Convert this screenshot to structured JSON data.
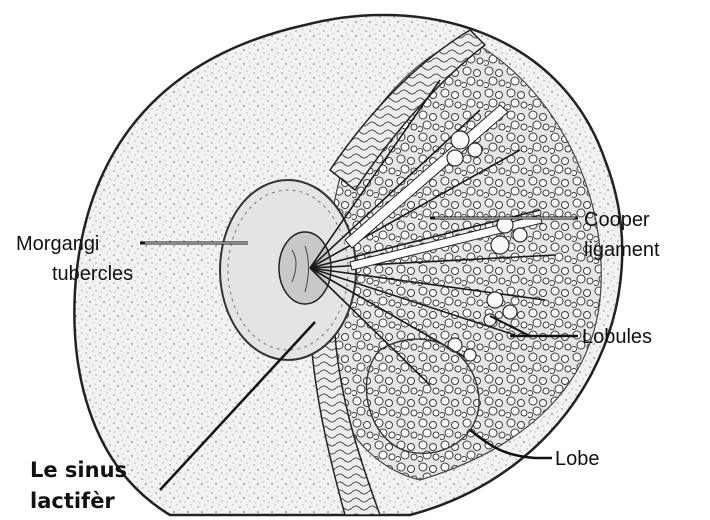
{
  "labels": {
    "morgangi_line1": "Morgangi",
    "morgangi_line2": "tubercles",
    "cooper_line1": "Cooper",
    "cooper_line2": "ligament",
    "lobules": "Lobules",
    "lobe": "Lobe",
    "sinus_line1": "Le sinus",
    "sinus_line2": "lactifèr"
  }
}
